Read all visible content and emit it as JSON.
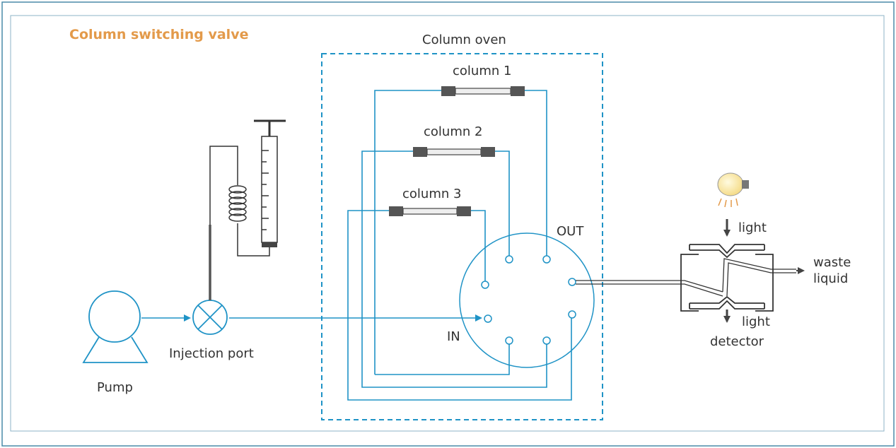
{
  "title": "Column switching valve",
  "oven_label": "Column oven",
  "columns": [
    "column  1",
    "column  2",
    "column  3"
  ],
  "labels": {
    "out": "OUT",
    "in": "IN",
    "injection_port": "Injection port",
    "pump": "Pump",
    "light_top": "light",
    "light_bottom": "light",
    "detector": "detector",
    "waste_line1": "waste",
    "waste_line2": "liquid"
  },
  "colors": {
    "accent_title": "#e39a4a",
    "pipe": "#1f93c6",
    "frame": "#4a8aa8",
    "outline": "#333333"
  },
  "icons": [
    "bulb-icon",
    "pump-icon",
    "injection-valve-icon",
    "syringe-icon",
    "coil-icon",
    "detector-cell-icon",
    "arrow-icon"
  ]
}
